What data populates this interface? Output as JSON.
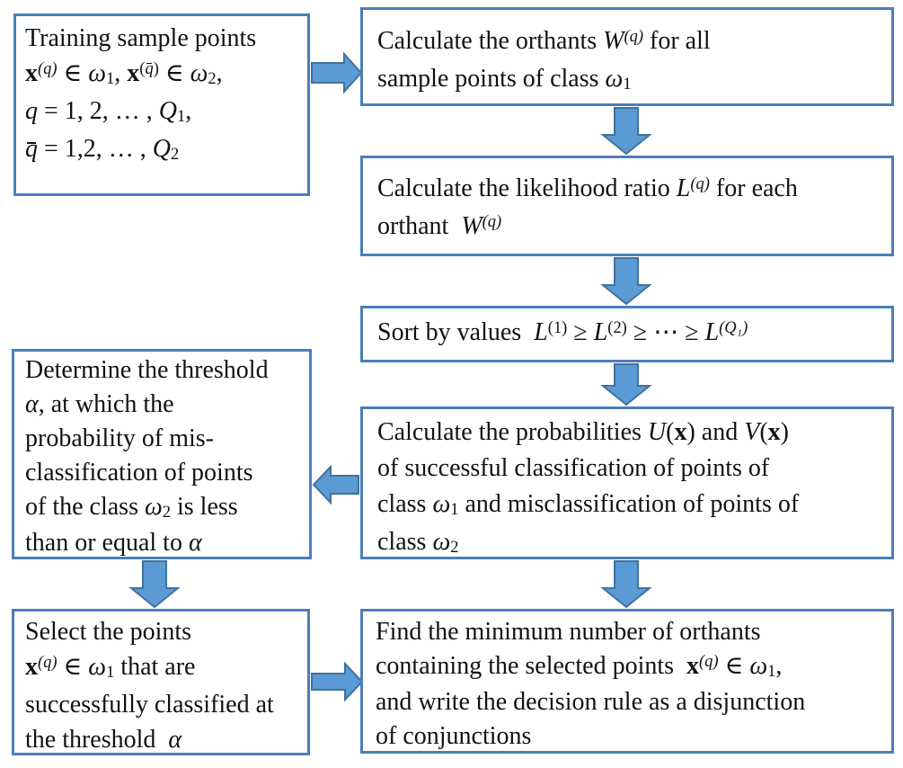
{
  "diagram": {
    "type": "flowchart"
  },
  "colors": {
    "box_border": "#4a7ebb",
    "arrow_fill": "#5b9bd5",
    "arrow_stroke": "#41719c",
    "text": "#121212",
    "background": "#ffffff"
  },
  "boxes": [
    {
      "name": "training-sample-points",
      "lines": [
        [
          {
            "t": "Training sample points"
          }
        ],
        [
          {
            "t": "x",
            "b": 1
          },
          {
            "t": "(q)",
            "i": 1,
            "sup": 1
          },
          {
            "t": " ∈ "
          },
          {
            "t": "ω",
            "i": 1
          },
          {
            "t": "1",
            "sub": 1
          },
          {
            "t": ", "
          },
          {
            "t": "x",
            "b": 1
          },
          {
            "t": "(",
            "sup": 1
          },
          {
            "t": "q",
            "i": 1,
            "sup": 1,
            "bar": 1
          },
          {
            "t": ")",
            "sup": 1
          },
          {
            "t": " ∈ "
          },
          {
            "t": "ω",
            "i": 1
          },
          {
            "t": "2",
            "sub": 1
          },
          {
            "t": ","
          }
        ],
        [
          {
            "t": "q",
            "i": 1
          },
          {
            "t": " = 1, 2, … , "
          },
          {
            "t": "Q",
            "i": 1
          },
          {
            "t": "1",
            "sub": 1
          },
          {
            "t": ","
          }
        ],
        [
          {
            "t": "q",
            "i": 1,
            "bar": 1
          },
          {
            "t": " = 1,2, … , "
          },
          {
            "t": "Q",
            "i": 1
          },
          {
            "t": "2",
            "sub": 1
          }
        ]
      ]
    },
    {
      "name": "calculate-orthants",
      "lines": [
        [
          {
            "t": "Calculate the orthants "
          },
          {
            "t": "W",
            "i": 1
          },
          {
            "t": "(q)",
            "i": 1,
            "sup": 1
          },
          {
            "t": " for all"
          }
        ],
        [
          {
            "t": "sample points of class "
          },
          {
            "t": "ω",
            "i": 1
          },
          {
            "t": "1",
            "sub": 1
          }
        ]
      ]
    },
    {
      "name": "calculate-likelihood-ratio",
      "lines": [
        [
          {
            "t": "Calculate the likelihood ratio "
          },
          {
            "t": "L",
            "i": 1
          },
          {
            "t": "(q)",
            "i": 1,
            "sup": 1
          },
          {
            "t": " for each"
          }
        ],
        [
          {
            "t": "orthant  "
          },
          {
            "t": "W",
            "i": 1
          },
          {
            "t": "(q)",
            "i": 1,
            "sup": 1
          }
        ]
      ]
    },
    {
      "name": "sort-by-values",
      "lines": [
        [
          {
            "t": "Sort by values  "
          },
          {
            "t": "L",
            "i": 1
          },
          {
            "t": "(1)",
            "sup": 1
          },
          {
            "t": " ≥ "
          },
          {
            "t": "L",
            "i": 1
          },
          {
            "t": "(2)",
            "sup": 1
          },
          {
            "t": " ≥ ⋯ ≥ "
          },
          {
            "t": "L",
            "i": 1
          },
          {
            "t": "(Q₁)",
            "i": 1,
            "sup": 1
          }
        ]
      ]
    },
    {
      "name": "calculate-probabilities",
      "lines": [
        [
          {
            "t": "Calculate the probabilities "
          },
          {
            "t": "U",
            "i": 1
          },
          {
            "t": "("
          },
          {
            "t": "x",
            "b": 1
          },
          {
            "t": ")"
          },
          {
            "t": " and "
          },
          {
            "t": "V",
            "i": 1
          },
          {
            "t": "("
          },
          {
            "t": "x",
            "b": 1
          },
          {
            "t": ")"
          }
        ],
        [
          {
            "t": "of successful classification of points of"
          }
        ],
        [
          {
            "t": "class "
          },
          {
            "t": "ω",
            "i": 1
          },
          {
            "t": "1",
            "sub": 1
          },
          {
            "t": " and misclassification of points of"
          }
        ],
        [
          {
            "t": "class "
          },
          {
            "t": "ω",
            "i": 1
          },
          {
            "t": "2",
            "sub": 1
          }
        ]
      ]
    },
    {
      "name": "determine-threshold",
      "lines": [
        [
          {
            "t": "Determine the threshold"
          }
        ],
        [
          {
            "t": "α",
            "i": 1
          },
          {
            "t": ", at which the"
          }
        ],
        [
          {
            "t": "probability of mis-"
          }
        ],
        [
          {
            "t": "classification of points"
          }
        ],
        [
          {
            "t": "of the class "
          },
          {
            "t": "ω",
            "i": 1
          },
          {
            "t": "2",
            "sub": 1
          },
          {
            "t": " is less"
          }
        ],
        [
          {
            "t": "than or equal to "
          },
          {
            "t": "α",
            "i": 1
          }
        ]
      ]
    },
    {
      "name": "select-points",
      "lines": [
        [
          {
            "t": "Select the points"
          }
        ],
        [
          {
            "t": "x",
            "b": 1
          },
          {
            "t": "(q)",
            "i": 1,
            "sup": 1
          },
          {
            "t": " ∈ "
          },
          {
            "t": "ω",
            "i": 1
          },
          {
            "t": "1",
            "sub": 1
          },
          {
            "t": " that are"
          }
        ],
        [
          {
            "t": "successfully classified at"
          }
        ],
        [
          {
            "t": "the threshold  "
          },
          {
            "t": "α",
            "i": 1
          }
        ]
      ]
    },
    {
      "name": "find-minimum-orthants",
      "lines": [
        [
          {
            "t": "Find the minimum number of orthants"
          }
        ],
        [
          {
            "t": "containing the selected points  "
          },
          {
            "t": "x",
            "b": 1
          },
          {
            "t": "(q)",
            "i": 1,
            "sup": 1
          },
          {
            "t": " ∈ "
          },
          {
            "t": "ω",
            "i": 1
          },
          {
            "t": "1",
            "sub": 1
          },
          {
            "t": ","
          }
        ],
        [
          {
            "t": "and write the decision rule as a disjunction"
          }
        ],
        [
          {
            "t": "of conjunctions"
          }
        ]
      ]
    }
  ],
  "arrows": [
    {
      "name": "arrow-training-to-orthants",
      "from": "training-sample-points",
      "to": "calculate-orthants",
      "direction": "right"
    },
    {
      "name": "arrow-orthants-to-likelihood",
      "from": "calculate-orthants",
      "to": "calculate-likelihood-ratio",
      "direction": "down"
    },
    {
      "name": "arrow-likelihood-to-sort",
      "from": "calculate-likelihood-ratio",
      "to": "sort-by-values",
      "direction": "down"
    },
    {
      "name": "arrow-sort-to-probabilities",
      "from": "sort-by-values",
      "to": "calculate-probabilities",
      "direction": "down"
    },
    {
      "name": "arrow-probabilities-to-threshold",
      "from": "calculate-probabilities",
      "to": "determine-threshold",
      "direction": "left"
    },
    {
      "name": "arrow-threshold-to-select",
      "from": "determine-threshold",
      "to": "select-points",
      "direction": "down"
    },
    {
      "name": "arrow-probabilities-to-find",
      "from": "calculate-probabilities",
      "to": "find-minimum-orthants",
      "direction": "down"
    },
    {
      "name": "arrow-select-to-find",
      "from": "select-points",
      "to": "find-minimum-orthants",
      "direction": "right"
    }
  ]
}
